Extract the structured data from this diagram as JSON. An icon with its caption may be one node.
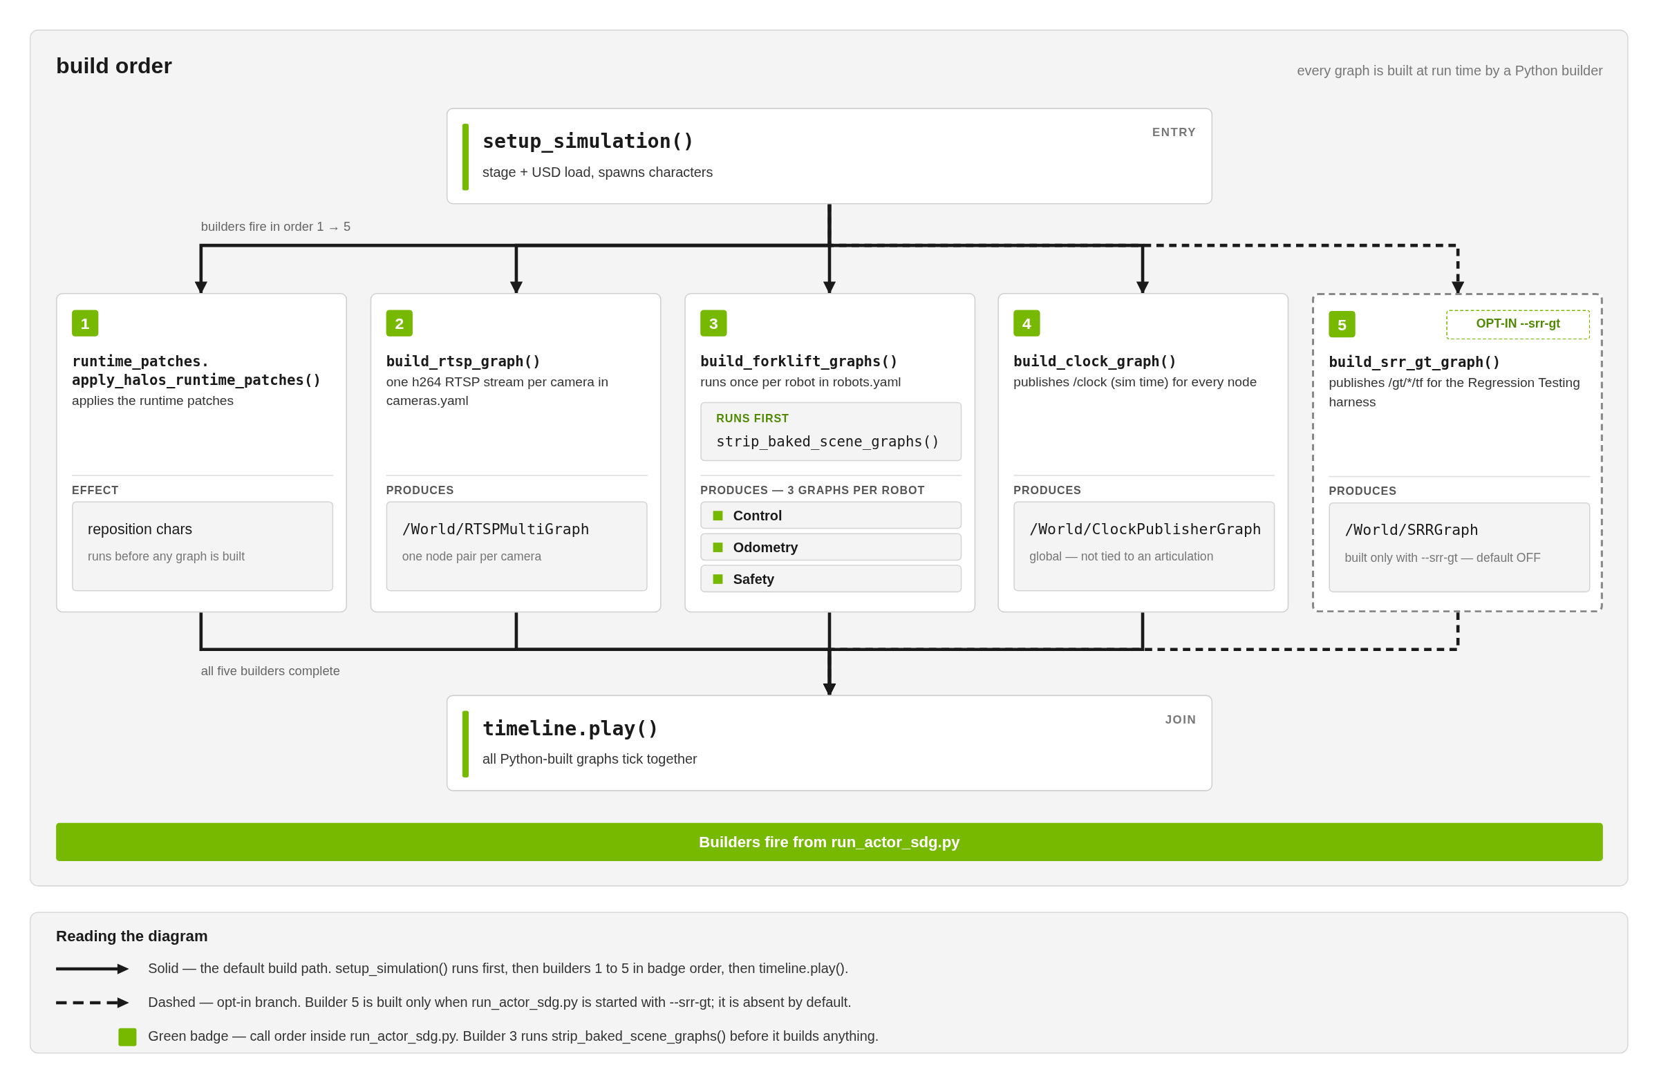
{
  "diagram": {
    "title": "build order",
    "nodes": [
      {
        "text": [
          "setup_simulation()",
          "stage + USD load, spawns characters",
          "ENTRY"
        ]
      },
      {
        "text": [
          "1",
          "runtime_patches. apply_halos_runtime_patches()",
          "applies the runtime patches",
          "EFFECT"
        ]
      },
      {
        "text": [
          "reposition chars",
          "runs before any graph is built"
        ],
        "in": 1
      },
      {
        "text": [
          "2",
          "build_rtsp_graph()",
          "one h264 RTSP stream per camera in cameras.yaml",
          "PRODUCES"
        ]
      },
      {
        "text": [
          "/World/RTSPMultiGraph",
          "one node pair per camera"
        ],
        "in": 3
      },
      {
        "text": [
          "3",
          "build_forklift_graphs()",
          "runs once per robot in robots.yaml",
          "PRODUCES — 3 GRAPHS PER ROBOT"
        ]
      },
      {
        "text": [
          "RUNS FIRST",
          "strip_baked_scene_graphs()"
        ],
        "in": 5
      },
      {
        "text": [
          "Control"
        ],
        "in": 5
      },
      {
        "text": [
          "Odometry"
        ],
        "in": 5
      },
      {
        "text": [
          "Safety"
        ],
        "in": 5
      },
      {
        "text": [
          "4",
          "build_clock_graph()",
          "publishes /clock (sim time) for every node",
          "PRODUCES"
        ]
      },
      {
        "text": [
          "/World/ClockPublisherGraph",
          "global — not tied to an articulation"
        ],
        "in": 10
      },
      {
        "text": [
          "5",
          "build_srr_gt_graph()",
          "publishes /gt/*/tf for the Regression Testing harness",
          "PRODUCES"
        ]
      },
      {
        "text": [
          "OPT-IN --srr-gt"
        ],
        "in": 12
      },
      {
        "text": [
          "/World/SRRGraph",
          "built only with --srr-gt — default OFF"
        ],
        "in": 12
      },
      {
        "text": [
          "timeline.play()",
          "all Python-built graphs tick together",
          "JOIN"
        ]
      },
      {
        "text": [
          "Builders fire from run_actor_sdg.py"
        ]
      }
    ],
    "edges": [
      {
        "from": 0,
        "to": 1,
        "arrow": "to"
      },
      {
        "from": 0,
        "to": 3,
        "arrow": "to"
      },
      {
        "from": 0,
        "to": 5,
        "arrow": "to"
      },
      {
        "from": 0,
        "to": 10,
        "arrow": "to"
      },
      {
        "from": 0,
        "to": 12,
        "arrow": "to",
        "style": "dashed"
      },
      {
        "from": 1,
        "to": 15,
        "arrow": "to"
      },
      {
        "from": 3,
        "to": 15,
        "arrow": "to"
      },
      {
        "from": 5,
        "to": 15,
        "arrow": "to"
      },
      {
        "from": 10,
        "to": 15,
        "arrow": "to"
      },
      {
        "from": 12,
        "to": 15,
        "arrow": "to",
        "style": "dashed"
      }
    ],
    "labels": [
      "every graph is built at run time by a Python builder",
      "builders fire in order 1 → 5",
      "all five builders complete",
      "Reading the diagram"
    ],
    "legend": [
      {
        "text": "Solid — the default build path. setup_simulation() runs first, then builders 1 to 5 in badge order, then timeline.play()."
      },
      {
        "text": "Dashed — opt-in branch. Builder 5 is built only when run_actor_sdg.py is started with --srr-gt; it is absent by default."
      },
      {
        "text": "Green badge — call order inside run_actor_sdg.py. Builder 3 runs strip_baked_scene_graphs() before it builds anything.",
        "color": "#76b900"
      }
    ]
  }
}
